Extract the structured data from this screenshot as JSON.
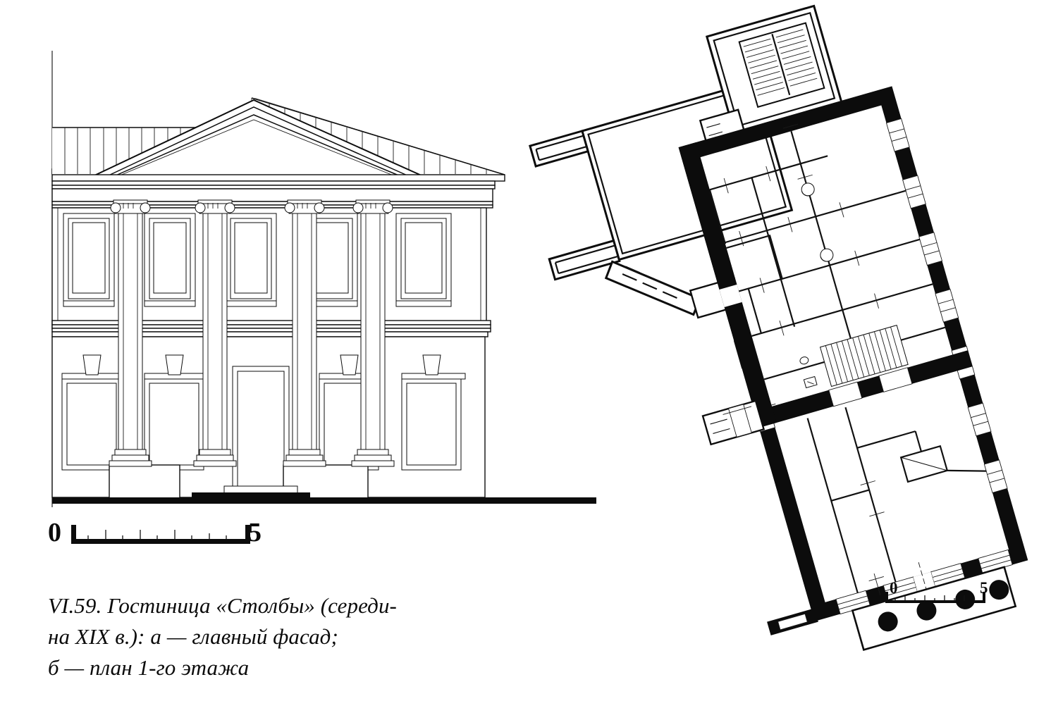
{
  "figure": {
    "number": "VI.59.",
    "caption_lines": [
      "VI.59. Гостиница «Столбы» (середи-",
      "на XIX в.): а — главный фасад;",
      "б — план 1-го этажа"
    ],
    "caption_full": "VI.59. Гостиница «Столбы» (середина XIX в.): а — главный фасад; б — план 1-го этажа",
    "building_name": "Гостиница «Столбы»",
    "period": "середина XIX в.",
    "parts": [
      {
        "key": "а",
        "label": "главный фасад"
      },
      {
        "key": "б",
        "label": "план 1-го этажа"
      }
    ],
    "ink_color": "#0c0c0c",
    "paper_color": "#ffffff"
  },
  "scale_bars": [
    {
      "name": "elevation-scale",
      "start_label": "0",
      "end_label": "5",
      "units_span": 5,
      "major_ticks": 5,
      "minor_ticks": 10
    },
    {
      "name": "plan-scale",
      "start_label": "0",
      "end_label": "5",
      "units_span": 5,
      "major_ticks": 5,
      "minor_ticks": 10
    }
  ],
  "elevation": {
    "name": "главный фасад",
    "storeys": 2,
    "roof": {
      "type": "hipped-gable",
      "hatching": "vertical seams",
      "seam_count": 22
    },
    "pediment": {
      "shape": "triangular",
      "mouldings": 3
    },
    "order": {
      "type": "Ionic",
      "column_count": 4,
      "engaged": true,
      "capital": "volute"
    },
    "upper_windows": 5,
    "lower_windows": 4,
    "central_door": 1,
    "keystones": 4,
    "entry_steps": 1,
    "ground_line": true
  },
  "plan": {
    "name": "план 1-го этажа",
    "rotation_deg": -16,
    "wall_fill": "#0c0c0c",
    "features": {
      "portico_columns": 4,
      "main_staircase_flights": 2,
      "secondary_stair_runs": 1,
      "door_swing_arcs": 2,
      "outbuilding_wings": 2,
      "wall_windows": 14
    }
  }
}
